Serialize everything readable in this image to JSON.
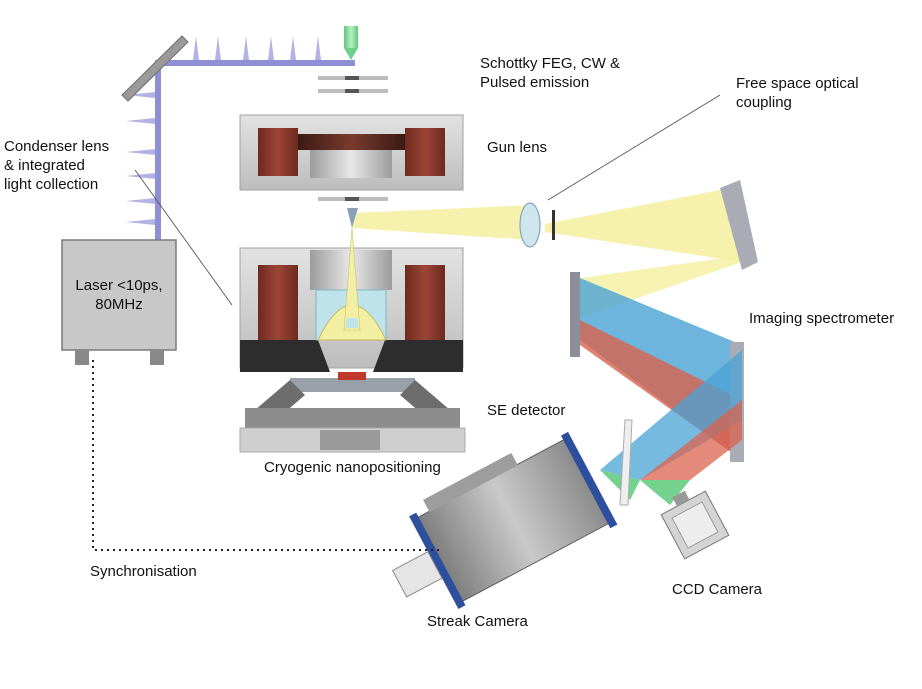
{
  "labels": {
    "feg": "Schottky FEG, CW &\nPulsed emission",
    "free_space": "Free space optical\ncoupling",
    "condenser": "Condenser lens\n& integrated\nlight collection",
    "gun_lens": "Gun lens",
    "laser": "Laser <10ps,\n80MHz",
    "imaging_spec": "Imaging spectrometer",
    "se_detector": "SE detector",
    "cryo": "Cryogenic nanopositioning",
    "synchronisation": "Synchronisation",
    "ccd": "CCD Camera",
    "streak": "Streak Camera"
  },
  "colors": {
    "laser_path": "#8f8fd6",
    "yellow_light": "#f5f0a0",
    "blue_light": "#4aa3d6",
    "red_light": "#d9634e",
    "green_light": "#5cc97a",
    "coil": "#8b3a2e",
    "housing_grey": "#c8c8c8",
    "dark_metal": "#3a3a3a",
    "camera_blue": "#2d4f9e"
  }
}
